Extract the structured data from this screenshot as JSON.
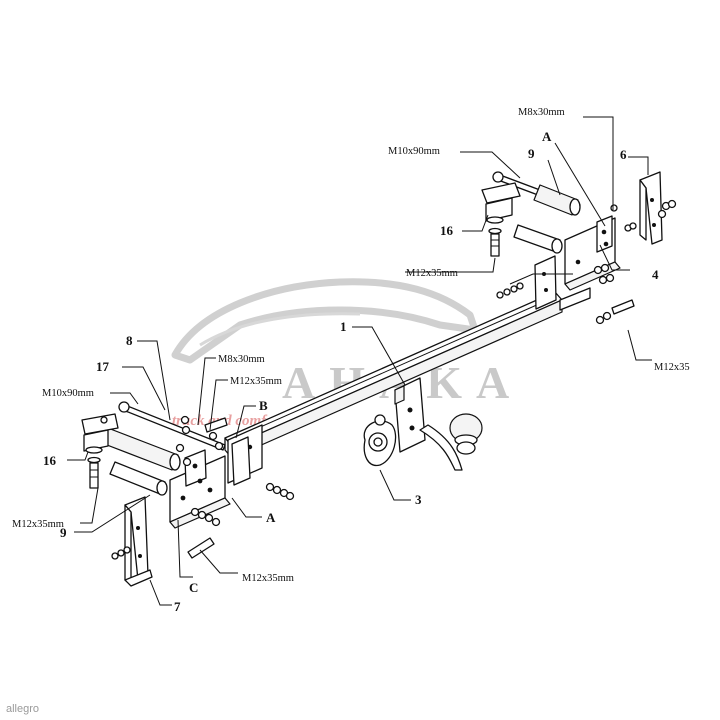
{
  "watermark": {
    "brand": "AHAKA",
    "site": "truck and comfort"
  },
  "footer": {
    "source": "allegro"
  },
  "part_numbers": [
    "1",
    "3",
    "4",
    "6",
    "7",
    "8",
    "9",
    "9",
    "16",
    "16",
    "17"
  ],
  "callouts": {
    "right_m8x30": "M8x30mm",
    "right_A": "A",
    "right_m10x90": "M10x90mm",
    "right_9": "9",
    "right_6": "6",
    "right_16": "16",
    "right_4": "4",
    "right_m12x35mm": "M12x35mm",
    "right_m12x35": "M12x35",
    "center_1": "1",
    "center_3": "3",
    "left_8": "8",
    "left_17": "17",
    "left_m8x30": "M8x30mm",
    "left_m12x35_top": "M12x35mm",
    "left_m10x90": "M10x90mm",
    "left_B": "B",
    "left_16": "16",
    "left_m12x35_side": "M12x35mm",
    "left_9": "9",
    "left_A": "A",
    "left_m12x35_bottom": "M12x35mm",
    "left_C": "C",
    "left_7": "7"
  }
}
